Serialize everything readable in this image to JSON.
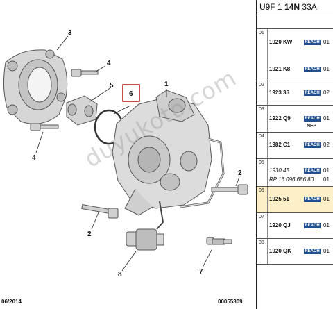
{
  "footer": {
    "date": "06/2014",
    "number": "00055309"
  },
  "watermark": "duyukoto.com",
  "callouts": [
    "1",
    "2",
    "2",
    "3",
    "4",
    "4",
    "5",
    "6",
    "7",
    "8"
  ],
  "panel": {
    "header_prefix": "U9F 1",
    "header_bold": "14N",
    "header_suffix": "33A",
    "rows": [
      {
        "num": "01",
        "lines": [
          {
            "ref": "1920 KW",
            "badge": "REACH",
            "qty": "01"
          },
          {
            "ref": "1921 K8",
            "badge": "REACH",
            "qty": "01"
          }
        ]
      },
      {
        "num": "02",
        "lines": [
          {
            "ref": "1923 36",
            "badge": "REACH",
            "qty": "02"
          }
        ]
      },
      {
        "num": "03",
        "lines": [
          {
            "ref": "1922 Q9",
            "badge": "REACH",
            "qty": "01",
            "note": "NFP"
          }
        ]
      },
      {
        "num": "04",
        "lines": [
          {
            "ref": "1982 C1",
            "badge": "REACH",
            "qty": "02"
          }
        ]
      },
      {
        "num": "05",
        "lines": [
          {
            "ref": "1930 45",
            "badge": "REACH",
            "qty": "01",
            "italic": true
          },
          {
            "ref": "RP 16 096 686 80",
            "qty": "01",
            "italic": true
          }
        ]
      },
      {
        "num": "06",
        "lines": [
          {
            "ref": "1925 51",
            "badge": "REACH",
            "qty": "01"
          }
        ],
        "highlight": true
      },
      {
        "num": "07",
        "lines": [
          {
            "ref": "1920 QJ",
            "badge": "REACH",
            "qty": "01"
          }
        ]
      },
      {
        "num": "08",
        "lines": [
          {
            "ref": "1920 QK",
            "badge": "REACH",
            "qty": "01"
          }
        ]
      }
    ]
  }
}
